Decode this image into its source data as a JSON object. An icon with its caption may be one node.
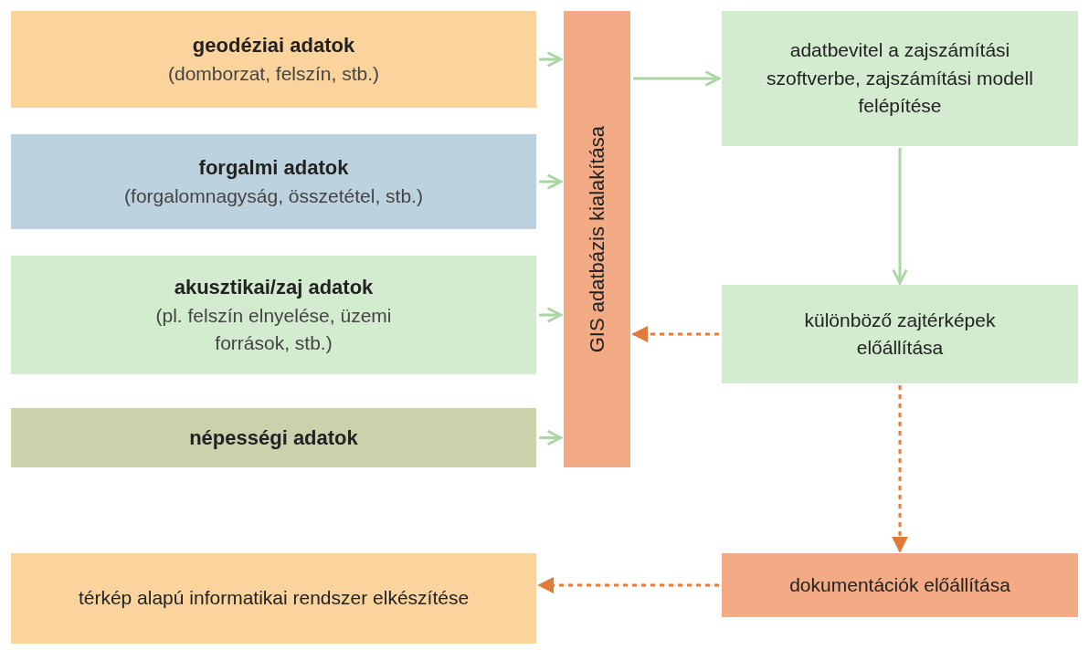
{
  "diagram": {
    "nodes": [
      {
        "text": [
          "geodéziai adatok",
          "(domborzat, felszín, stb.)"
        ]
      },
      {
        "text": [
          "forgalmi adatok",
          "(forgalomnagyság, összetétel, stb.)"
        ]
      },
      {
        "text": [
          "akusztikai/zaj adatok",
          "(pl. felszín elnyelése, üzemi források, stb.)"
        ]
      },
      {
        "text": [
          "népességi adatok"
        ]
      },
      {
        "text": [
          "GIS adatbázis kialakítása"
        ]
      },
      {
        "text": [
          "adatbevitel a zajszámítási szoftverbe, zajszámítási modell felépítése"
        ]
      },
      {
        "text": [
          "különböző zajtérképek előállítása"
        ]
      },
      {
        "text": [
          "dokumentációk előállítása"
        ]
      },
      {
        "text": [
          "térkép alapú informatikai rendszer elkészítése"
        ]
      }
    ],
    "edges": [
      {
        "from": 0,
        "to": 4,
        "arrow": "to"
      },
      {
        "from": 1,
        "to": 4,
        "arrow": "to"
      },
      {
        "from": 2,
        "to": 4,
        "arrow": "to"
      },
      {
        "from": 3,
        "to": 4,
        "arrow": "to"
      },
      {
        "from": 4,
        "to": 5,
        "arrow": "to"
      },
      {
        "from": 5,
        "to": 6,
        "arrow": "to"
      },
      {
        "from": 6,
        "to": 4,
        "arrow": "to",
        "style": "dashed",
        "color": "#e07b39"
      },
      {
        "from": 6,
        "to": 7,
        "arrow": "to",
        "style": "dashed",
        "color": "#e07b39"
      },
      {
        "from": 7,
        "to": 8,
        "arrow": "to",
        "style": "dashed",
        "color": "#e07b39"
      }
    ]
  }
}
